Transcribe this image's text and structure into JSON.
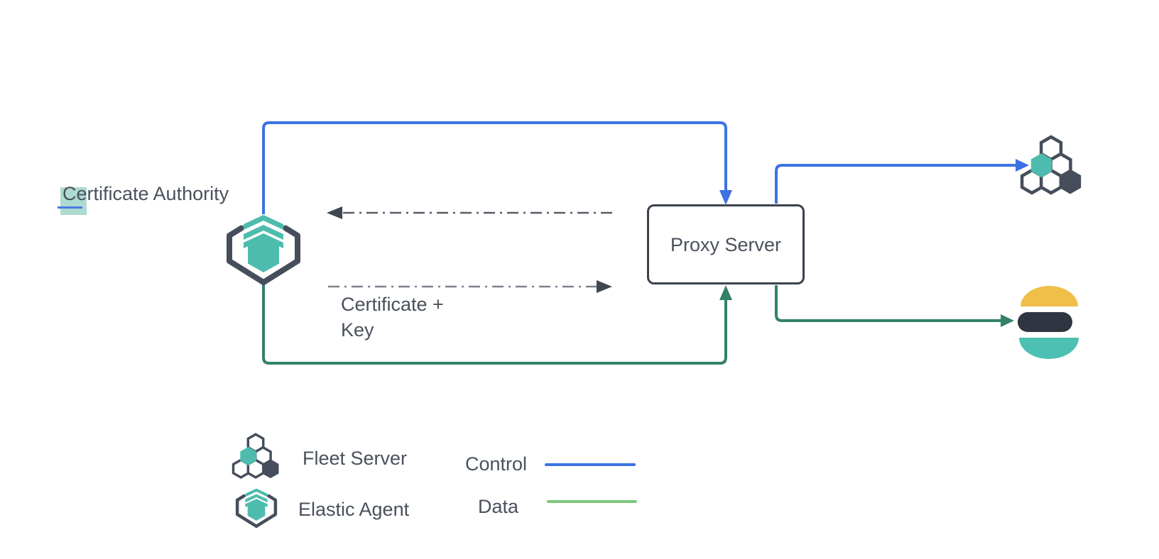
{
  "diagram": {
    "background": "#ffffff",
    "nodes": {
      "certificate_authority": {
        "label": "Certificate Authority"
      },
      "elastic_agent": {
        "icon": "elastic-agent-icon"
      },
      "proxy_server": {
        "label": "Proxy Server"
      },
      "fleet_server": {
        "icon": "fleet-server-icon"
      },
      "elasticsearch": {
        "icon": "elasticsearch-logo"
      }
    },
    "annotations": {
      "certificate_key_label": "Certificate + Key",
      "selection_highlight": {
        "on_text": "C",
        "highlight_color": "#9fd3c9",
        "underline_color": "#4a7ae0"
      }
    },
    "connectors": [
      {
        "name": "control-agent-to-proxy",
        "type": "control",
        "style": "solid",
        "color": "#3c72e4",
        "from": "elastic-agent",
        "to": "proxy-server",
        "arrow": "into-proxy-top"
      },
      {
        "name": "control-proxy-to-fleet",
        "type": "control",
        "style": "solid",
        "color": "#3c72e4",
        "from": "proxy-server",
        "to": "fleet-server",
        "arrow": "right"
      },
      {
        "name": "data-agent-to-proxy",
        "type": "data",
        "style": "solid",
        "color": "#34816a",
        "from": "elastic-agent",
        "to": "proxy-server",
        "arrow": "into-proxy-bottom"
      },
      {
        "name": "data-proxy-to-elasticsearch",
        "type": "data",
        "style": "solid",
        "color": "#34816a",
        "from": "proxy-server",
        "to": "elasticsearch",
        "arrow": "right"
      },
      {
        "name": "cert-request-proxy-to-agent",
        "style": "dash-dot",
        "color": "#545d66",
        "direction": "left"
      },
      {
        "name": "cert-key-agent-to-proxy",
        "style": "dash-dot",
        "color": "#7b838d",
        "direction": "right",
        "label": "Certificate + Key"
      }
    ],
    "legend": {
      "items": [
        {
          "icon": "fleet-server-icon",
          "label": "Fleet Server"
        },
        {
          "icon": "elastic-agent-icon",
          "label": "Elastic Agent"
        }
      ],
      "line_types": [
        {
          "label": "Control",
          "color": "#3c72e4"
        },
        {
          "label": "Data",
          "color": "#7dc87d"
        }
      ]
    },
    "colors": {
      "control_blue": "#3c72e4",
      "data_green": "#34816a",
      "legend_data_green": "#7dc87d",
      "teal": "#4dbcae",
      "slate": "#454e5a",
      "text": "#49515c",
      "highlight_teal": "#9fd3c9",
      "es_yellow": "#f0bf4a",
      "es_navy": "#2f3642",
      "es_teal": "#4cc0b2"
    }
  }
}
